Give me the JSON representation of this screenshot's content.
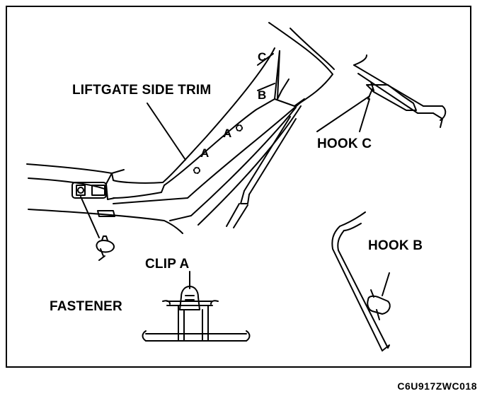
{
  "labels": {
    "liftgate_side_trim": "LIFTGATE SIDE TRIM",
    "hook_c": "HOOK C",
    "hook_b": "HOOK B",
    "clip_a": "CLIP A",
    "fastener": "FASTENER",
    "marker_a_upper": "A",
    "marker_a_lower": "A",
    "marker_b": "B",
    "marker_c": "C"
  },
  "figure_code": "C6U917ZWC018"
}
